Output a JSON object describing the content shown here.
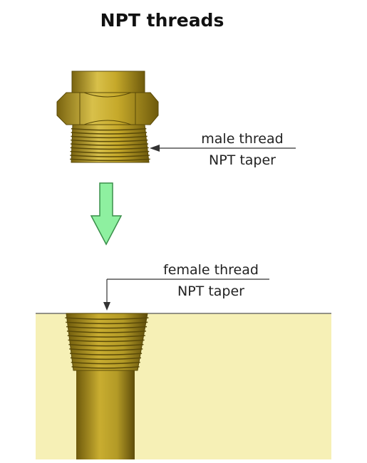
{
  "title": "NPT threads",
  "male_label": {
    "line1": "male thread",
    "line2": "NPT taper"
  },
  "female_label": {
    "line1": "female thread",
    "line2": "NPT taper"
  },
  "colors": {
    "brass": "#c6a92a",
    "brass_dark": "#7a6410",
    "brass_light": "#e2cd5c",
    "block": "#f6f0b6",
    "arrow": "#8ef0a0",
    "line": "#333333"
  }
}
